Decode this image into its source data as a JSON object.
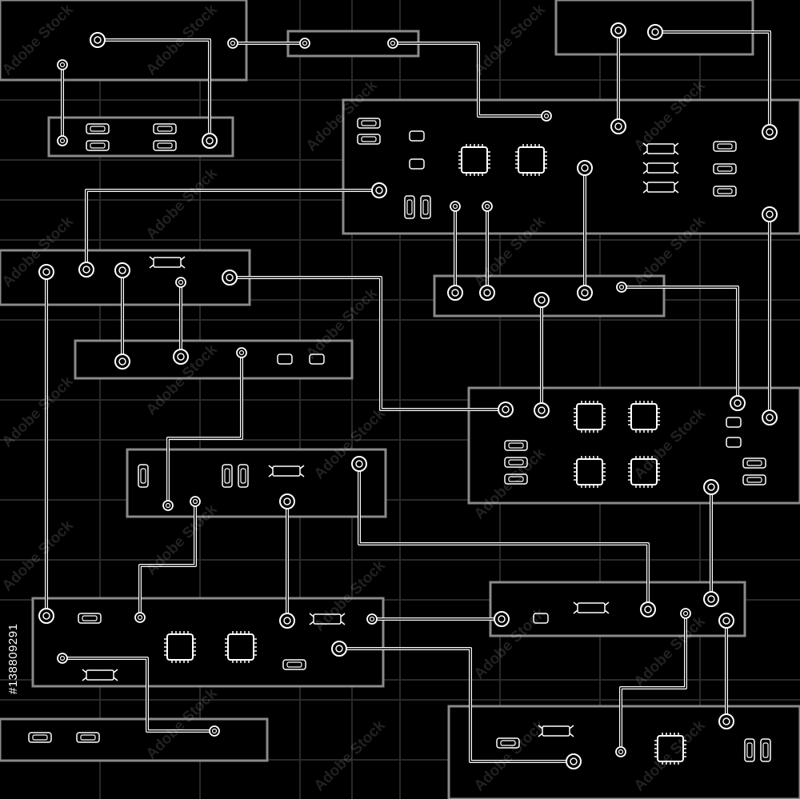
{
  "image": {
    "subject": "circuit-board-pattern",
    "watermark_text": "Adobe Stock",
    "stock_id_text": "#138809291",
    "colors": {
      "background": "#000000",
      "grid": "#2a2a2a",
      "panel_fill": "#000000",
      "panel_border": "#8a8a8a",
      "trace": "#ffffff"
    }
  }
}
